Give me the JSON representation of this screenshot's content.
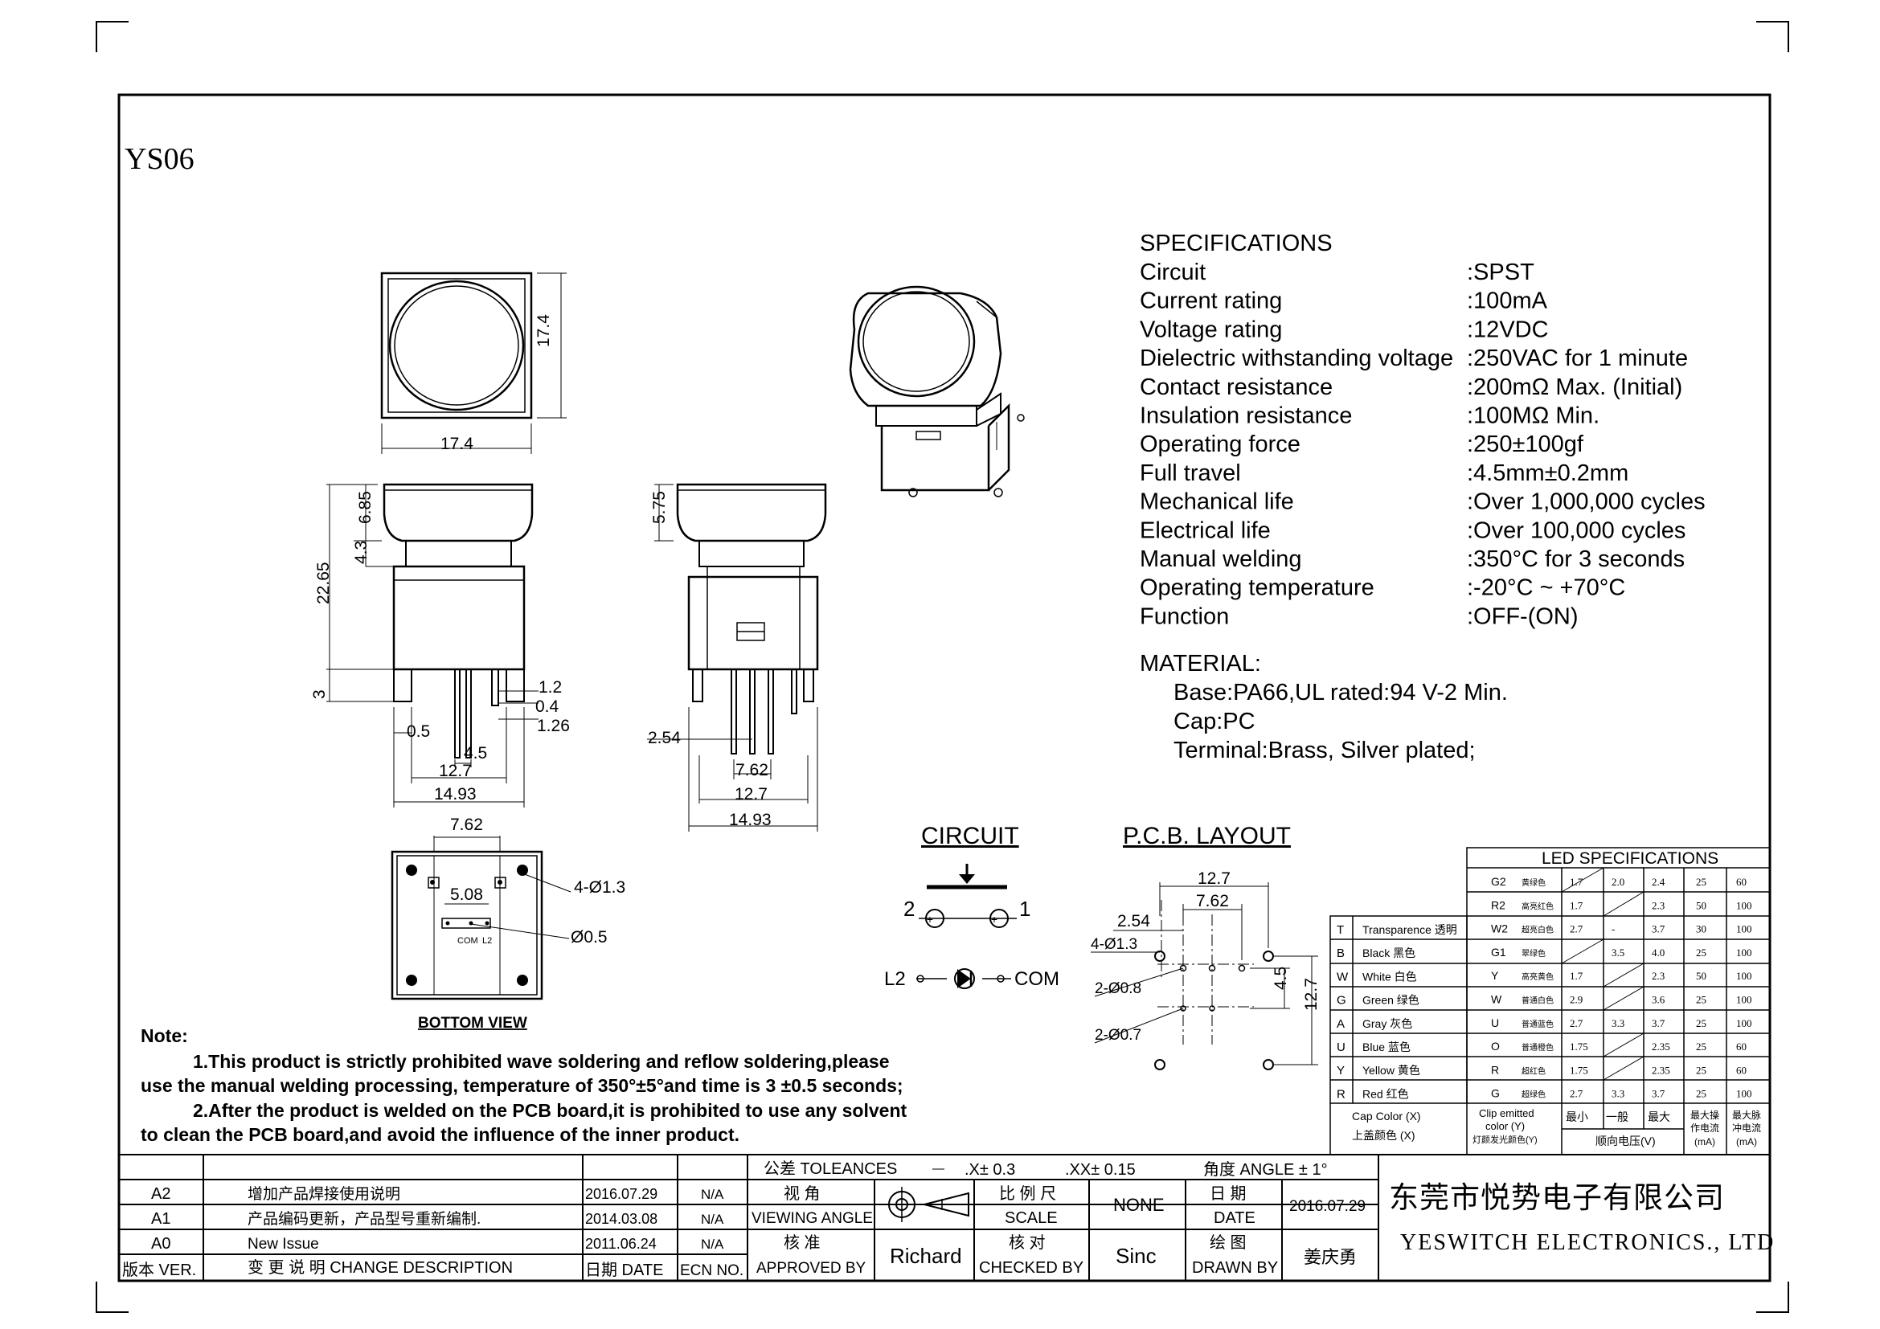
{
  "title": "YS06",
  "specifications": {
    "heading": "SPECIFICATIONS",
    "rows": [
      {
        "label": "Circuit",
        "value": ":SPST"
      },
      {
        "label": "Current rating",
        "value": ":100mA"
      },
      {
        "label": "Voltage rating",
        "value": ":12VDC"
      },
      {
        "label": "Dielectric withstanding voltage",
        "value": ":250VAC for 1 minute"
      },
      {
        "label": "Contact resistance",
        "value": ":200mΩ  Max. (Initial)"
      },
      {
        "label": "Insulation resistance",
        "value": ":100MΩ  Min."
      },
      {
        "label": "Operating force",
        "value": ":250±100gf"
      },
      {
        "label": "Full travel",
        "value": ":4.5mm±0.2mm"
      },
      {
        "label": "Mechanical life",
        "value": ":Over 1,000,000 cycles"
      },
      {
        "label": "Electrical life",
        "value": ":Over 100,000 cycles"
      },
      {
        "label": "Manual welding",
        "value": ":350°C for 3 seconds"
      },
      {
        "label": "Operating temperature",
        "value": ":-20°C ~ +70°C"
      },
      {
        "label": "Function",
        "value": ":OFF-(ON)"
      }
    ]
  },
  "material": {
    "heading": "MATERIAL:",
    "lines": [
      "Base:PA66,UL rated:94 V-2 Min.",
      "Cap:PC",
      "Terminal:Brass, Silver plated;"
    ]
  },
  "dimensions": {
    "top_w": "17.4",
    "top_h": "17.4",
    "h_total": "22.65",
    "h_cap": "6.85",
    "h_neck": "4.3",
    "h_pin": "3",
    "d_1_2": "1.2",
    "d_0_4": "0.4",
    "d_1_26": "1.26",
    "d_0_5": "0.5",
    "d_4_5": "4.5",
    "d_12_7": "12.7",
    "d_14_93": "14.93",
    "side_cap": "5.75",
    "side_2_54": "2.54",
    "side_7_62": "7.62",
    "side_12_7": "12.7",
    "side_14_93": "14.93",
    "bv_7_62": "7.62",
    "bv_5_08": "5.08",
    "bv_holes": "4-Ø1.3",
    "bv_led": "Ø0.5",
    "bv_com": "COM",
    "bv_l2": "L2",
    "bottom_view": "BOTTOM VIEW"
  },
  "circuit": {
    "heading": "CIRCUIT",
    "pin2": "2",
    "pin1": "1",
    "l2": "L2",
    "com": "COM"
  },
  "pcb": {
    "heading": "P.C.B. LAYOUT",
    "w12_7": "12.7",
    "w7_62": "7.62",
    "w2_54": "2.54",
    "h4_5": "4.5",
    "h12_7": "12.7",
    "holes1": "4-Ø1.3",
    "holes2": "2-Ø0.8",
    "holes3": "2-Ø0.7"
  },
  "notes": {
    "heading": "Note:",
    "lines": [
      "1.This product is strictly prohibited wave soldering and reflow soldering,please",
      "use the manual welding processing, temperature of 350°±5°and time is 3 ±0.5 seconds;",
      "2.After the product is welded on the PCB board,it is prohibited to use any solvent",
      "to clean the PCB board,and avoid the influence of the inner product."
    ]
  },
  "led_spec": {
    "heading": "LED SPECIFICATIONS",
    "left_rows": [
      {
        "code": "T",
        "name": "Transparence 透明"
      },
      {
        "code": "B",
        "name": "Black 黑色"
      },
      {
        "code": "W",
        "name": "White  白色"
      },
      {
        "code": "G",
        "name": "Green 绿色"
      },
      {
        "code": "A",
        "name": "Gray  灰色"
      },
      {
        "code": "U",
        "name": "Blue  蓝色"
      },
      {
        "code": "Y",
        "name": "Yellow 黄色"
      },
      {
        "code": "R",
        "name": "Red   红色"
      }
    ],
    "right_rows": [
      {
        "code": "G2",
        "name": "黄绿色",
        "min": "1.7",
        "typ": "2.0",
        "max": "2.4",
        "a": "25",
        "b": "60"
      },
      {
        "code": "R2",
        "name": "高亮红色",
        "min": "1.7",
        "typ": "",
        "max": "2.3",
        "a": "50",
        "b": "100"
      },
      {
        "code": "W2",
        "name": "超亮白色",
        "min": "2.7",
        "typ": "-",
        "max": "3.7",
        "a": "30",
        "b": "100"
      },
      {
        "code": "G1",
        "name": "翠绿色",
        "min": "",
        "typ": "3.5",
        "max": "4.0",
        "a": "25",
        "b": "100"
      },
      {
        "code": "Y",
        "name": "高亮黄色",
        "min": "1.7",
        "typ": "",
        "max": "2.3",
        "a": "50",
        "b": "100"
      },
      {
        "code": "W",
        "name": "普通白色",
        "min": "2.9",
        "typ": "",
        "max": "3.6",
        "a": "25",
        "b": "100"
      },
      {
        "code": "U",
        "name": "普通蓝色",
        "min": "2.7",
        "typ": "3.3",
        "max": "3.7",
        "a": "25",
        "b": "100"
      },
      {
        "code": "O",
        "name": "普通橙色",
        "min": "1.75",
        "typ": "",
        "max": "2.35",
        "a": "25",
        "b": "60"
      },
      {
        "code": "R",
        "name": "超红色",
        "min": "1.75",
        "typ": "",
        "max": "2.35",
        "a": "25",
        "b": "60"
      },
      {
        "code": "G",
        "name": "超绿色",
        "min": "2.7",
        "typ": "3.3",
        "max": "3.7",
        "a": "25",
        "b": "100"
      }
    ],
    "footer_cap_color": "Cap Color (X)",
    "footer_cap_color_cn": "上盖颜色 (X)",
    "footer_chip1": "Clip emitted",
    "footer_chip2": "color (Y)",
    "footer_chip3": "灯颜发光颜色(Y)",
    "footer_min": "最小",
    "footer_typ": "一般",
    "footer_max": "最大",
    "footer_vf": "顺向电压(V)",
    "footer_if1": "最大操",
    "footer_if2": "作电流",
    "footer_if3": "(mA)",
    "footer_ip1": "最大脉",
    "footer_ip2": "冲电流",
    "footer_ip3": "(mA)"
  },
  "title_block": {
    "revisions": [
      {
        "ver": "A2",
        "desc": "增加产品焊接使用说明",
        "date": "2016.07.29",
        "ecn": "N/A"
      },
      {
        "ver": "A1",
        "desc": "产品编码更新，产品型号重新编制.",
        "date": "2014.03.08",
        "ecn": "N/A"
      },
      {
        "ver": "A0",
        "desc": "New Issue",
        "date": "2011.06.24",
        "ecn": "N/A"
      }
    ],
    "hdr_ver": "版本 VER.",
    "hdr_desc": "变 更 说 明  CHANGE DESCRIPTION",
    "hdr_date": "日期 DATE",
    "hdr_ecn": "ECN NO.",
    "tolerances": "公差 TOLEANCES",
    "tol_x": ".X± 0.3",
    "tol_xx": ".XX± 0.15",
    "tol_angle": "角度 ANGLE ± 1°",
    "viewing_cn": "视  角",
    "viewing": "VIEWING ANGLE",
    "scale_cn": "比 例 尺",
    "scale": "SCALE",
    "scale_val": "NONE",
    "date_cn": "日  期",
    "date": "DATE",
    "date_val": "2016.07.29",
    "approved_cn": "核  准",
    "approved": "APPROVED BY",
    "approved_val": "Richard",
    "checked_cn": "核  对",
    "checked": "CHECKED BY",
    "checked_val": "Sinc",
    "drawn_cn": "绘  图",
    "drawn": "DRAWN BY",
    "drawn_val": "姜庆勇",
    "company_cn": "东莞市悦势电子有限公司",
    "company_en": "YESWITCH ELECTRONICS., LTD"
  }
}
